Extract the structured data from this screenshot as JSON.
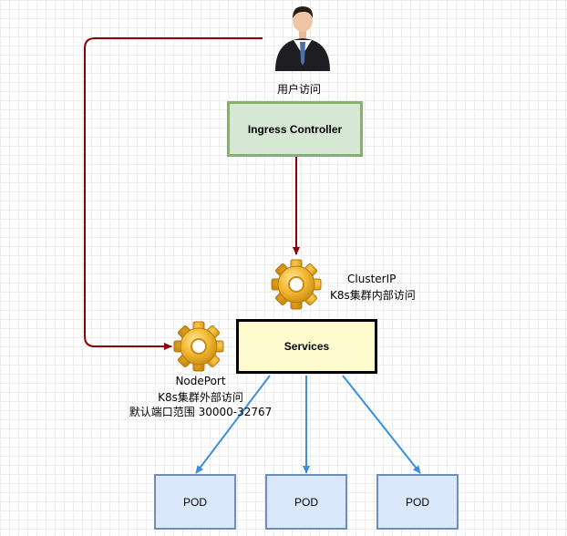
{
  "diagram": {
    "user": {
      "label": "用户访问"
    },
    "ingress": {
      "label": "Ingress Controller",
      "fill": "#d6e8d3",
      "stroke": "#82b366"
    },
    "services": {
      "label": "Services",
      "fill": "#fefccf",
      "stroke": "#000000"
    },
    "clusterip": {
      "line1": "ClusterIP",
      "line2": "K8s集群内部访问"
    },
    "nodeport": {
      "line1": "NodePort",
      "line2": "K8s集群外部访问",
      "line3": "默认端口范围 30000-32767"
    },
    "pods": [
      {
        "label": "POD"
      },
      {
        "label": "POD"
      },
      {
        "label": "POD"
      }
    ],
    "colors": {
      "user_arrows": "#8b0000",
      "pod_arrows": "#3c8fd6",
      "gear": "#f2b630"
    }
  }
}
